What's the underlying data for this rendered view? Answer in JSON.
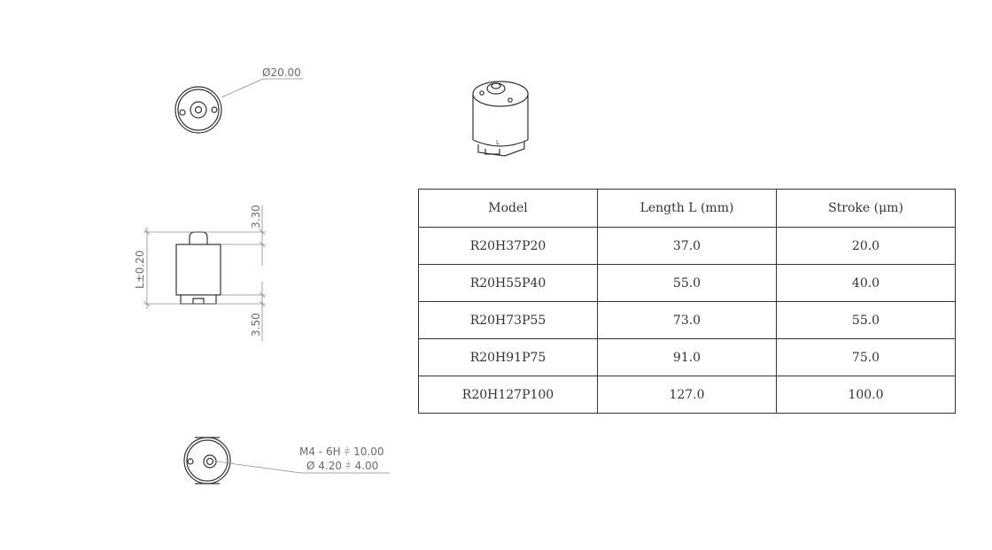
{
  "top_view": {
    "diameter_label": "Ø20.00"
  },
  "side_view": {
    "top_dim_label": "3.30",
    "bottom_dim_label": "3.50",
    "length_label": "L±0.20"
  },
  "bottom_view": {
    "thread_label": "M4 - 6H ⫩ 10.00",
    "hole_label": "Ø 4.20 ⫩ 4.00"
  },
  "iso_view": {
    "mark_label": "L"
  },
  "table": {
    "headers": [
      "Model",
      "Length L (mm)",
      "Stroke (μm)"
    ],
    "rows": [
      [
        "R20H37P20",
        "37.0",
        "20.0"
      ],
      [
        "R20H55P40",
        "55.0",
        "40.0"
      ],
      [
        "R20H73P55",
        "73.0",
        "55.0"
      ],
      [
        "R20H91P75",
        "91.0",
        "75.0"
      ],
      [
        "R20H127P100",
        "127.0",
        "100.0"
      ]
    ]
  },
  "colors": {
    "line": "#333333",
    "dim_line": "#8a8a8a",
    "iso_mark": "#3040c0"
  }
}
